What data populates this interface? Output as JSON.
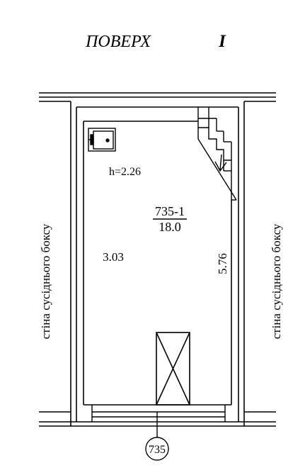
{
  "header": {
    "floor_label": "ПОВЕРХ",
    "floor_number": "I"
  },
  "room": {
    "height_label": "h=2.26",
    "number": "735-1",
    "area": "18.0",
    "width_dim": "3.03",
    "length_dim": "5.76"
  },
  "walls": {
    "left_label": "стіна сусіднього боксу",
    "right_label": "стіна сусіднього боксу"
  },
  "building": {
    "marker": "735"
  }
}
